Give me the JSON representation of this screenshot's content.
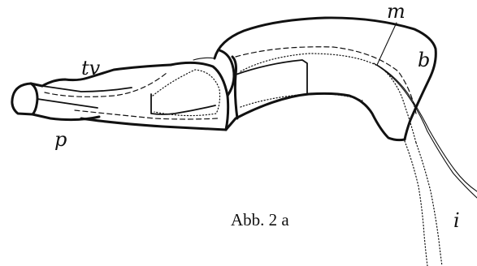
{
  "figure": {
    "caption": "Abb. 2 a",
    "labels": {
      "m": "m",
      "b": "b",
      "tv": "tv",
      "p": "p",
      "i": "i"
    }
  }
}
